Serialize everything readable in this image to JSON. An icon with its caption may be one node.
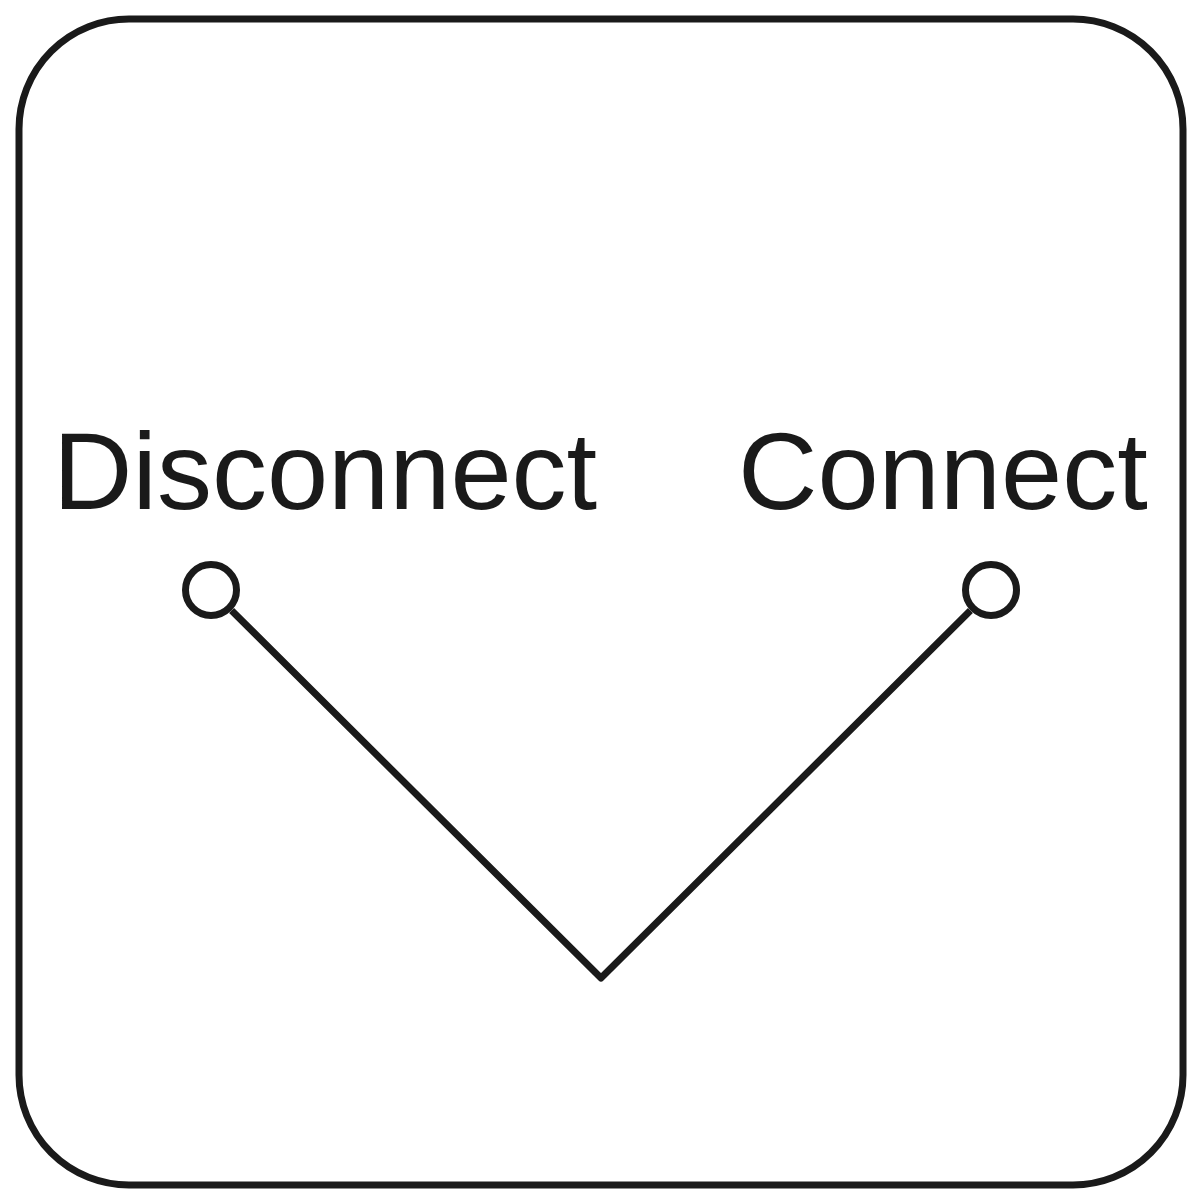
{
  "diagram": {
    "nodes": [
      {
        "text": [],
        "shape": "circle",
        "beside": [
          "Disconnect"
        ]
      },
      {
        "text": [],
        "shape": "circle",
        "beside": [
          "Connect"
        ]
      }
    ],
    "edges": [
      {
        "from": 0,
        "to": 1,
        "arrow": "none"
      }
    ]
  }
}
